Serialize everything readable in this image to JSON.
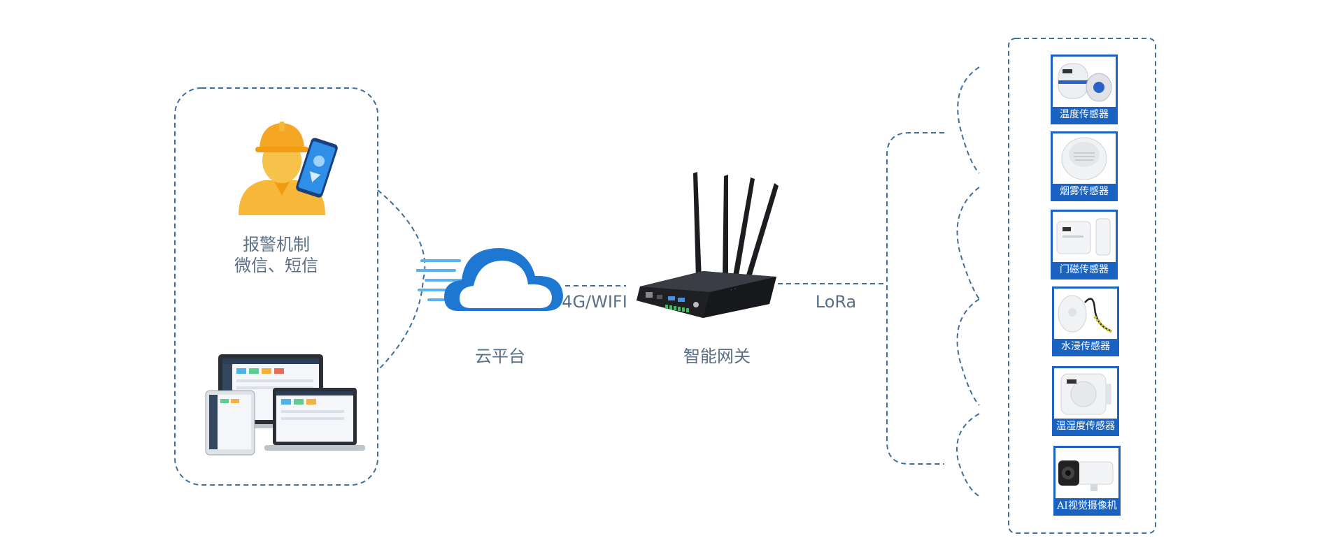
{
  "alarm": {
    "title": "报警机制",
    "channels": "微信、短信"
  },
  "cloud": {
    "label": "云平台"
  },
  "link_uplink": {
    "label": "4G/WIFI"
  },
  "gateway": {
    "label": "智能网关"
  },
  "link_downlink": {
    "label": "LoRa"
  },
  "sensors": [
    {
      "label": "温度传感器",
      "icon": "temperature-sensor-icon"
    },
    {
      "label": "烟雾传感器",
      "icon": "smoke-sensor-icon"
    },
    {
      "label": "门磁传感器",
      "icon": "door-sensor-icon"
    },
    {
      "label": "水浸传感器",
      "icon": "water-leak-sensor-icon"
    },
    {
      "label": "温湿度传感器",
      "icon": "temp-humidity-sensor-icon"
    },
    {
      "label": "AI视觉摄像机",
      "icon": "ai-camera-icon"
    }
  ],
  "colors": {
    "dashed_line": "#3f6f9c",
    "sensor_frame": "#1a63c2",
    "cloud_blue": "#1e78d2",
    "helmet_orange": "#f5a623",
    "label_text": "#5b6f86"
  }
}
